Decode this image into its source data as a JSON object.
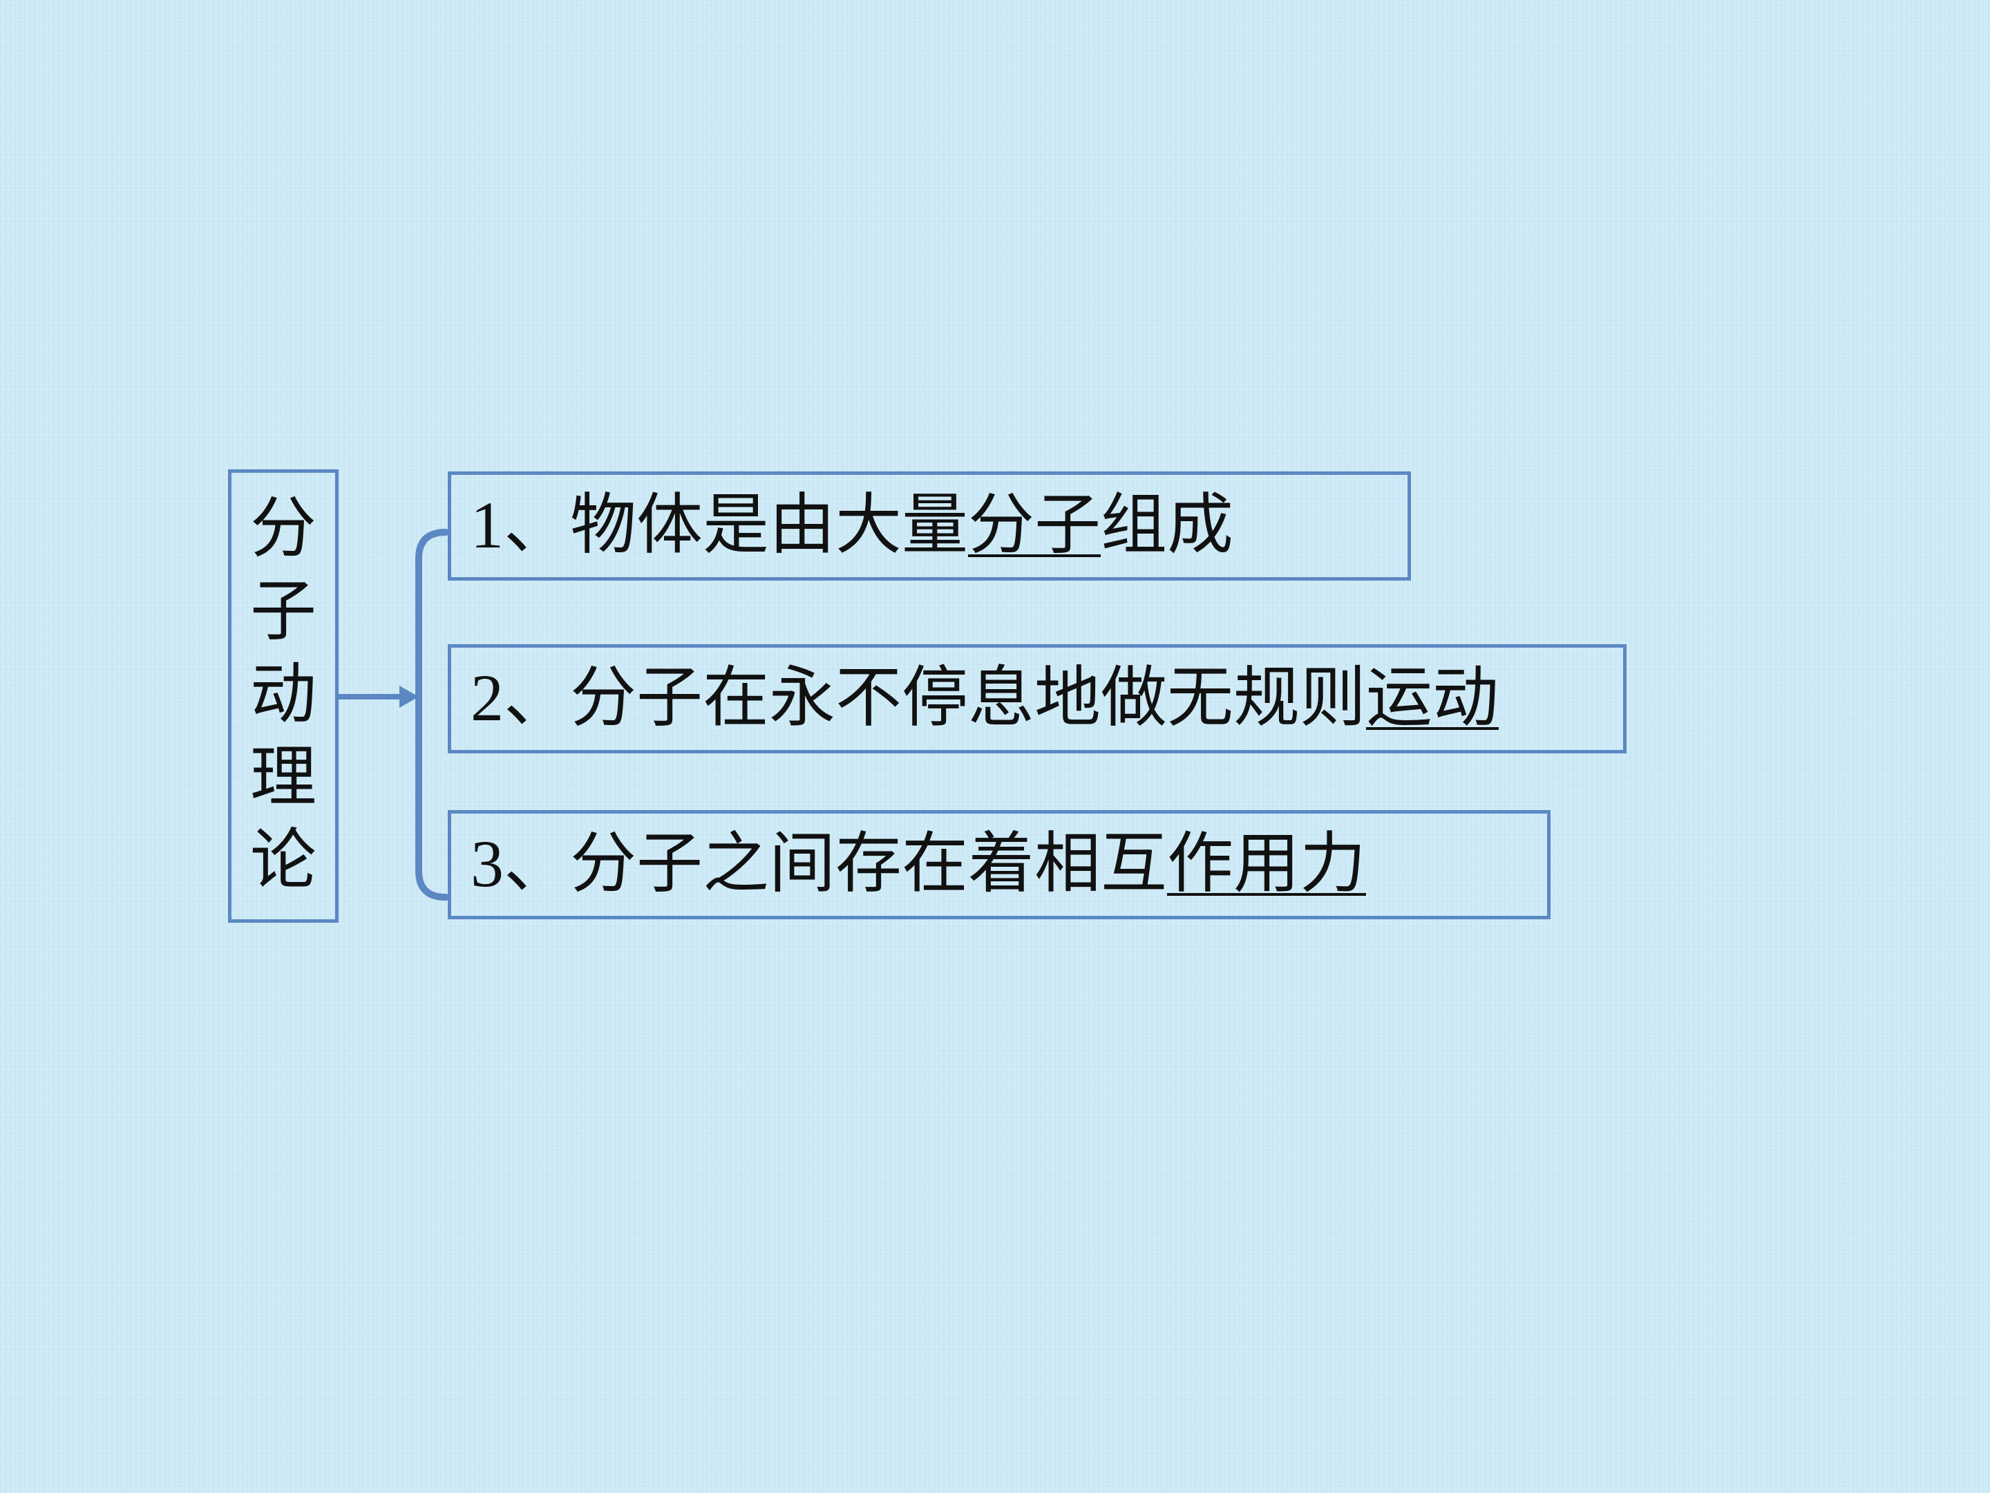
{
  "title": {
    "chars": [
      "分",
      "子",
      "动",
      "理",
      "论"
    ]
  },
  "items": [
    {
      "num": "1",
      "sep": "、",
      "pre": "物体是由大量",
      "under": "分子",
      "post": "组成"
    },
    {
      "num": "2",
      "sep": "、",
      "pre": "分子在永不停息地做无规则",
      "under": "运动",
      "post": ""
    },
    {
      "num": "3",
      "sep": "、",
      "pre": "分子之间存在着相互",
      "under": "作用力",
      "post": ""
    }
  ],
  "colors": {
    "border": "#5b87c3",
    "background": "#cdeaf6",
    "text": "#111111"
  }
}
